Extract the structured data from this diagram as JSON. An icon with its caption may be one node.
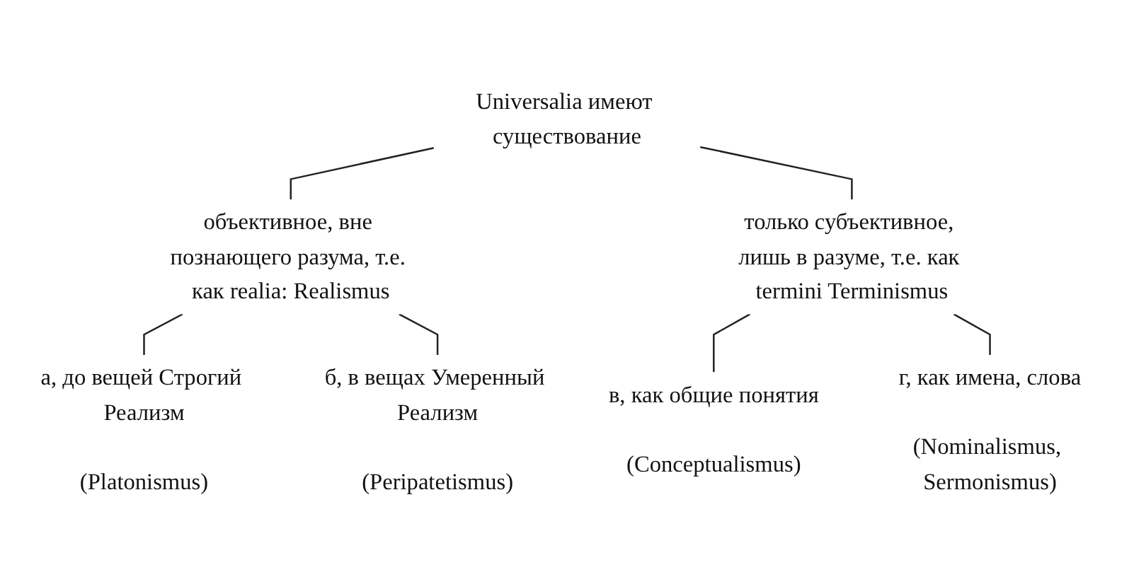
{
  "diagram": {
    "nodes": [
      {
        "text": [
          "Universalia имеют существование"
        ]
      },
      {
        "text": [
          "объективное, вне познающего разума, т.е. как realia: Realismus"
        ]
      },
      {
        "text": [
          "только субъективное, лишь в разуме, т.е. как termini Terminismus"
        ]
      },
      {
        "text": [
          "а, до вещей Строгий Реализм",
          "(Platonismus)"
        ]
      },
      {
        "text": [
          "б, в вещах Умеренный Реализм",
          "(Peripatetismus)"
        ]
      },
      {
        "text": [
          "в, как общие понятия",
          "(Conceptualismus)"
        ]
      },
      {
        "text": [
          "г, как имена, слова",
          "(Nominalismus, Sermonismus)"
        ]
      }
    ],
    "edges": [
      {
        "from": 0,
        "to": 1,
        "arrow": "none"
      },
      {
        "from": 0,
        "to": 2,
        "arrow": "none"
      },
      {
        "from": 1,
        "to": 3,
        "arrow": "none"
      },
      {
        "from": 1,
        "to": 4,
        "arrow": "none"
      },
      {
        "from": 2,
        "to": 5,
        "arrow": "none"
      },
      {
        "from": 2,
        "to": 6,
        "arrow": "none"
      }
    ]
  }
}
